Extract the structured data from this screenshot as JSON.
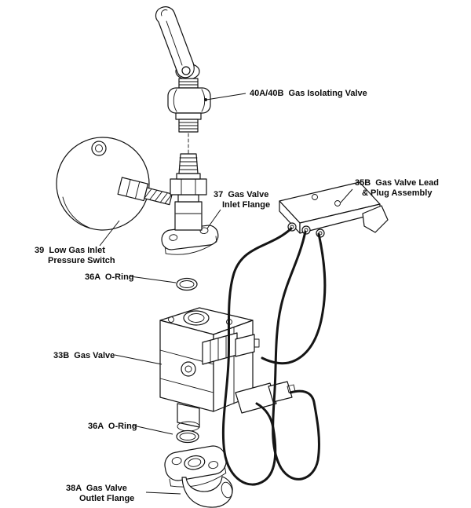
{
  "diagram": {
    "background": "#ffffff",
    "line_color": "#111111",
    "cable_color": "#151515",
    "labels": {
      "isolating_valve": "40A/40B  Gas Isolating Valve",
      "inlet_flange_1": "37  Gas Valve",
      "inlet_flange_2": "Inlet Flange",
      "lead_plug_1": "35B  Gas Valve Lead",
      "lead_plug_2": "& Plug Assembly",
      "pressure_switch_1": "39  Low Gas Inlet",
      "pressure_switch_2": "Pressure Switch",
      "oring_top": "36A  O-Ring",
      "gas_valve": "33B  Gas Valve",
      "oring_bottom": "36A  O-Ring",
      "outlet_flange_1": "38A  Gas Valve",
      "outlet_flange_2": "Outlet Flange"
    }
  }
}
